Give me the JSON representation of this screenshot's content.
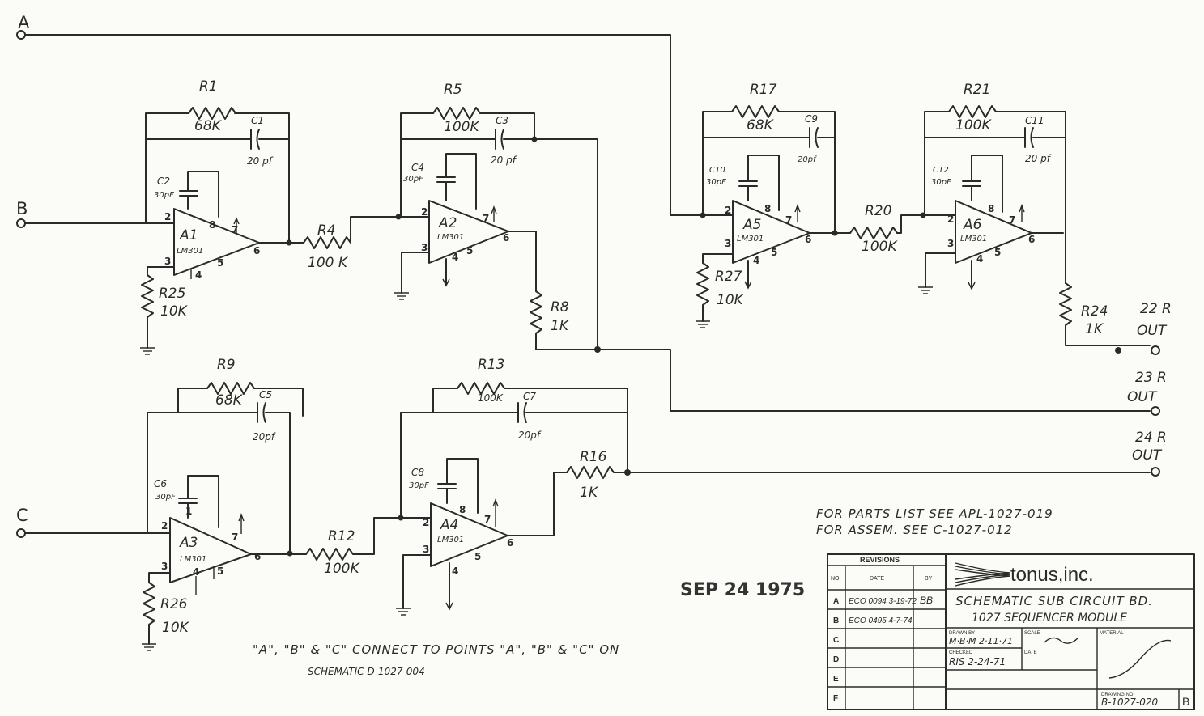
{
  "terminals": {
    "a": "A",
    "b": "B",
    "c": "C"
  },
  "outputs": {
    "out22": {
      "name": "22 R",
      "label": "OUT"
    },
    "out23": {
      "name": "23 R",
      "label": "OUT"
    },
    "out24": {
      "name": "24 R",
      "label": "OUT"
    }
  },
  "opamps": {
    "a1": {
      "ref": "A1",
      "part": "LM301"
    },
    "a2": {
      "ref": "A2",
      "part": "LM301"
    },
    "a3": {
      "ref": "A3",
      "part": "LM301"
    },
    "a4": {
      "ref": "A4",
      "part": "LM301"
    },
    "a5": {
      "ref": "A5",
      "part": "LM301"
    },
    "a6": {
      "ref": "A6",
      "part": "LM301"
    }
  },
  "resistors": {
    "r1": {
      "ref": "R1",
      "value": "68K"
    },
    "r4": {
      "ref": "R4",
      "value": "100 K"
    },
    "r5": {
      "ref": "R5",
      "value": "100K"
    },
    "r8": {
      "ref": "R8",
      "value": "1K"
    },
    "r9": {
      "ref": "R9",
      "value": "68K"
    },
    "r12": {
      "ref": "R12",
      "value": "100K"
    },
    "r13": {
      "ref": "R13",
      "value": "100K"
    },
    "r16": {
      "ref": "R16",
      "value": "1K"
    },
    "r17": {
      "ref": "R17",
      "value": "68K"
    },
    "r20": {
      "ref": "R20",
      "value": "100K"
    },
    "r21": {
      "ref": "R21",
      "value": "100K"
    },
    "r24": {
      "ref": "R24",
      "value": "1K"
    },
    "r25": {
      "ref": "R25",
      "value": "10K"
    },
    "r26": {
      "ref": "R26",
      "value": "10K"
    },
    "r27": {
      "ref": "R27",
      "value": "10K"
    }
  },
  "capacitors": {
    "c1": {
      "ref": "C1",
      "value": "20 pf"
    },
    "c2": {
      "ref": "C2",
      "value": "30pF"
    },
    "c3": {
      "ref": "C3",
      "value": "20 pf"
    },
    "c4": {
      "ref": "C4",
      "value": "30pF"
    },
    "c5": {
      "ref": "C5",
      "value": "20pf"
    },
    "c6": {
      "ref": "C6",
      "value": "30pF"
    },
    "c7": {
      "ref": "C7",
      "value": "20pf"
    },
    "c8": {
      "ref": "C8",
      "value": "30pF"
    },
    "c9": {
      "ref": "C9",
      "value": "20pf"
    },
    "c10": {
      "ref": "C10",
      "value": "30pF"
    },
    "c11": {
      "ref": "C11",
      "value": "20 pf"
    },
    "c12": {
      "ref": "C12",
      "value": "30pF"
    }
  },
  "notes": {
    "parts_list": "FOR PARTS LIST SEE APL-1027-019",
    "assembly": "FOR ASSEM. SEE C-1027-012",
    "connect": "\"A\", \"B\" & \"C\" CONNECT TO POINTS \"A\", \"B\" & \"C\" ON",
    "schematic_ref": "SCHEMATIC D-1027-004"
  },
  "date_stamp": "SEP 24 1975",
  "title_block": {
    "revisions_header": "REVISIONS",
    "col_no": "NO.",
    "col_date": "DATE",
    "col_by": "BY",
    "rows": [
      {
        "no": "A",
        "date": "ECO 0094 3-19-72",
        "by": "BB"
      },
      {
        "no": "B",
        "date": "ECO 0495 4-7-74",
        "by": ""
      },
      {
        "no": "C",
        "date": "",
        "by": ""
      },
      {
        "no": "D",
        "date": "",
        "by": ""
      },
      {
        "no": "E",
        "date": "",
        "by": ""
      },
      {
        "no": "F",
        "date": "",
        "by": ""
      }
    ],
    "company": "tonus,inc.",
    "title_line1": "SCHEMATIC SUB CIRCUIT BD.",
    "title_line2": "1027 SEQUENCER MODULE",
    "drawn_by": "M·B·M 2·11·71",
    "checked": "RIS 2-24-71",
    "label_scale": "SCALE",
    "label_date": "DATE",
    "label_material": "MATERIAL",
    "label_drawn": "DRAWN BY",
    "label_checked": "CHECKED",
    "label_drawing_no": "DRAWING NO.",
    "drawing_no": "B-1027-020",
    "rev": "B"
  }
}
